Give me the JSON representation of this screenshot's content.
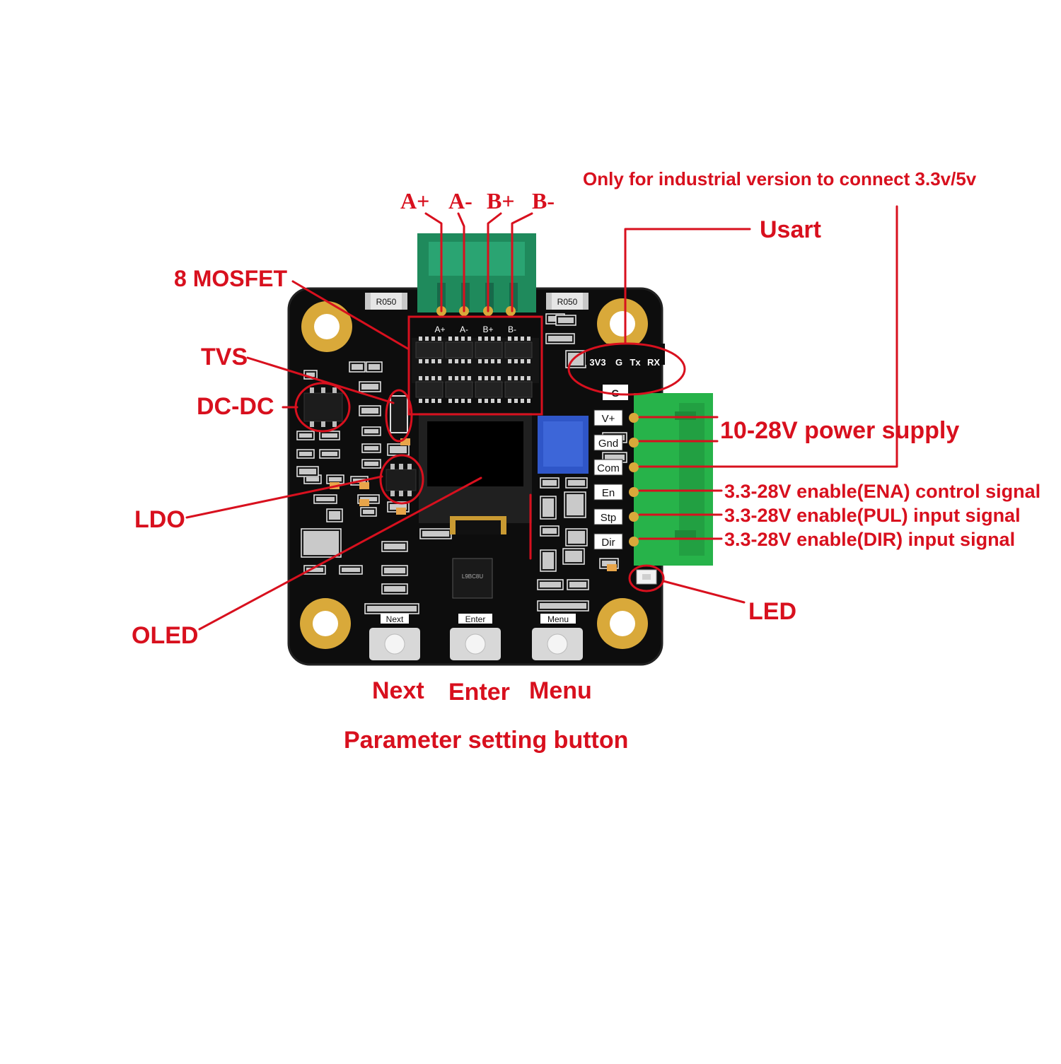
{
  "colors": {
    "label": "#d8101e",
    "pcb": "#0d0d0d",
    "silk": "#ffffff",
    "connector_motor": "#1f8a5c",
    "connector_power": "#27b34a",
    "gold": "#d9a93a",
    "trimmer": "#2f56c8"
  },
  "callouts": {
    "note_industrial": "Only for industrial version to connect 3.3v/5v",
    "usart": "Usart",
    "mosfet": "8 MOSFET",
    "tvs": "TVS",
    "dcdc": "DC-DC",
    "ldo": "LDO",
    "oled": "OLED",
    "led": "LED",
    "power": "10-28V power  supply",
    "ena": "3.3-28V enable(ENA) control signal",
    "pul": "3.3-28V enable(PUL) input signal",
    "dir": "3.3-28V enable(DIR) input signal",
    "btn_next": "Next",
    "btn_enter": "Enter",
    "btn_menu": "Menu",
    "param_setting": "Parameter setting button"
  },
  "motor_pins": [
    "A+",
    "A-",
    "B+",
    "B-"
  ],
  "board": {
    "resistor_left": "R050",
    "resistor_right": "R050",
    "uart_pins": [
      "3V3",
      "G",
      "Tx",
      "RX"
    ],
    "uart_g": "G",
    "power_pins": [
      "V+",
      "Gnd",
      "Com",
      "En",
      "Stp",
      "Dir"
    ],
    "button_labels": [
      "Next",
      "Enter",
      "Menu"
    ]
  }
}
